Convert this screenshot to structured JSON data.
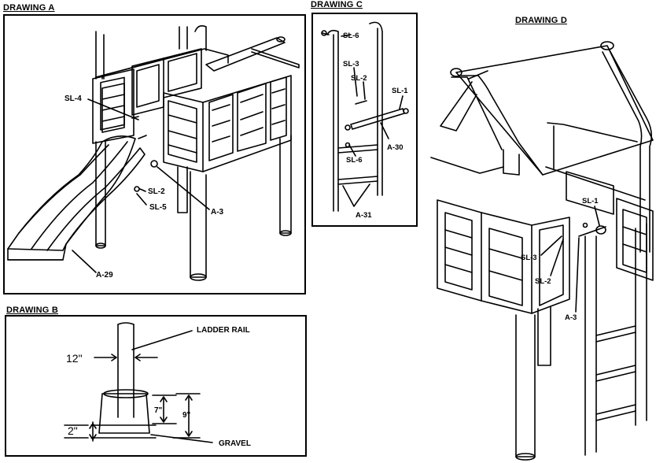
{
  "drawings": {
    "a": {
      "title": "DRAWING A",
      "labels": {
        "sl4": "SL-4",
        "sl2": "SL-2",
        "sl5": "SL-5",
        "a3": "A-3",
        "a29": "A-29"
      }
    },
    "b": {
      "title": "DRAWING B",
      "labels": {
        "ladder_rail": "LADDER RAIL",
        "dim_12": "12\"",
        "dim_7": "7\"",
        "dim_9": "9\"",
        "dim_2": "2\"",
        "gravel": "GRAVEL"
      }
    },
    "c": {
      "title": "DRAWING C",
      "labels": {
        "sl6_top": "SL-6",
        "sl3": "SL-3",
        "sl2": "SL-2",
        "sl1": "SL-1",
        "a30": "A-30",
        "sl6_bottom": "SL-6",
        "a31": "A-31"
      }
    },
    "d": {
      "title": "DRAWING D",
      "labels": {
        "sl1": "SL-1",
        "sl3": "SL-3",
        "sl2": "SL-2",
        "a3": "A-3"
      }
    }
  }
}
